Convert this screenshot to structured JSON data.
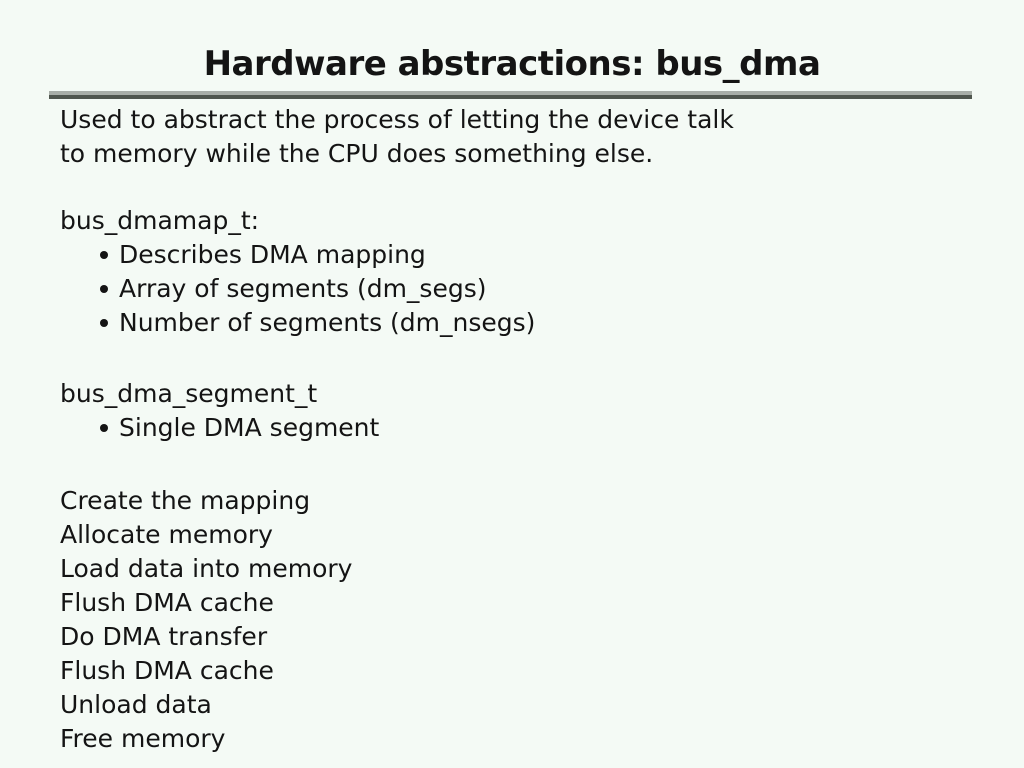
{
  "slide": {
    "title": "Hardware abstractions: bus_dma",
    "intro_lines": [
      "Used to abstract the process of letting the device talk",
      "to memory while the CPU does something else."
    ],
    "sections": [
      {
        "heading": "bus_dmamap_t:",
        "bullets": [
          "Describes DMA mapping",
          "Array of segments (dm_segs)",
          "Number of segments (dm_nsegs)"
        ]
      },
      {
        "heading": "bus_dma_segment_t",
        "bullets": [
          "Single DMA segment"
        ]
      }
    ],
    "steps": [
      "Create the mapping",
      "Allocate memory",
      "Load data into memory",
      "Flush DMA cache",
      "Do DMA transfer",
      "Flush DMA cache",
      "Unload data",
      "Free memory"
    ],
    "colors": {
      "background": "#f4faf5",
      "text": "#141414",
      "rule_top": "#a8aea8",
      "rule_bottom": "#4f564e"
    }
  }
}
